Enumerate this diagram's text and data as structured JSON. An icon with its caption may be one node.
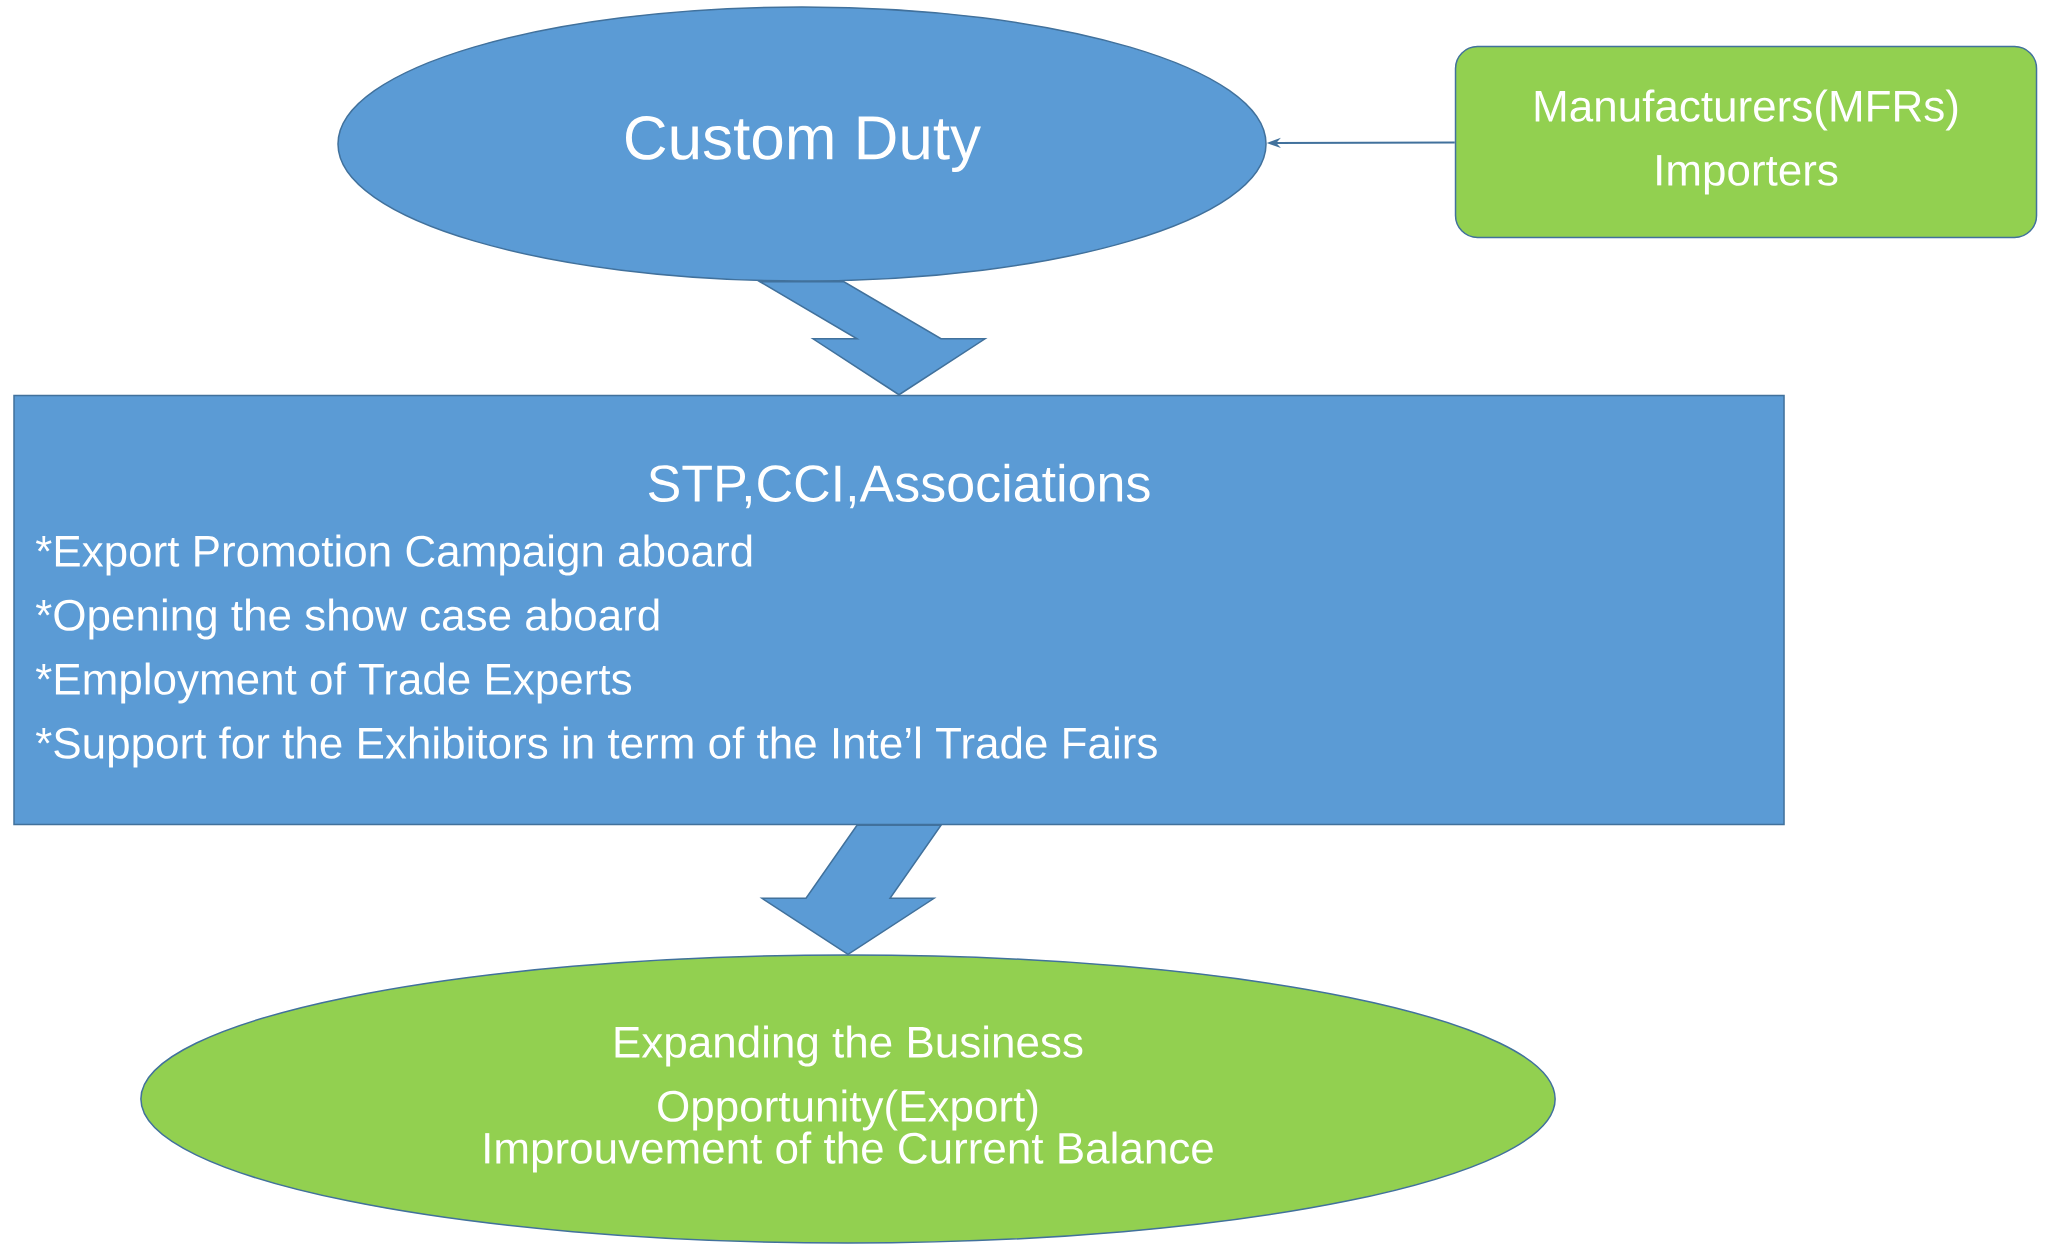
{
  "diagram": {
    "nodes": [
      {
        "text": [
          "Custom Duty"
        ]
      },
      {
        "text": [
          "Manufacturers(MFRs) Importers"
        ]
      },
      {
        "text": [
          "STP,CCI,Associations",
          "*Export Promotion Campaign aboard",
          "*Opening the show case aboard",
          "*Employment of Trade Experts",
          "*Support for the Exhibitors in term of the Inte’l Trade Fairs"
        ]
      },
      {
        "text": [
          "Expanding the Business Opportunity(Export)",
          "Improuvement of the Current Balance"
        ]
      }
    ],
    "edges": [
      {
        "from": 1,
        "to": 0,
        "arrow": "to"
      },
      {
        "from": 0,
        "to": 2,
        "arrow": "to",
        "style": "thick"
      },
      {
        "from": 2,
        "to": 3,
        "arrow": "to",
        "style": "thick"
      }
    ]
  }
}
